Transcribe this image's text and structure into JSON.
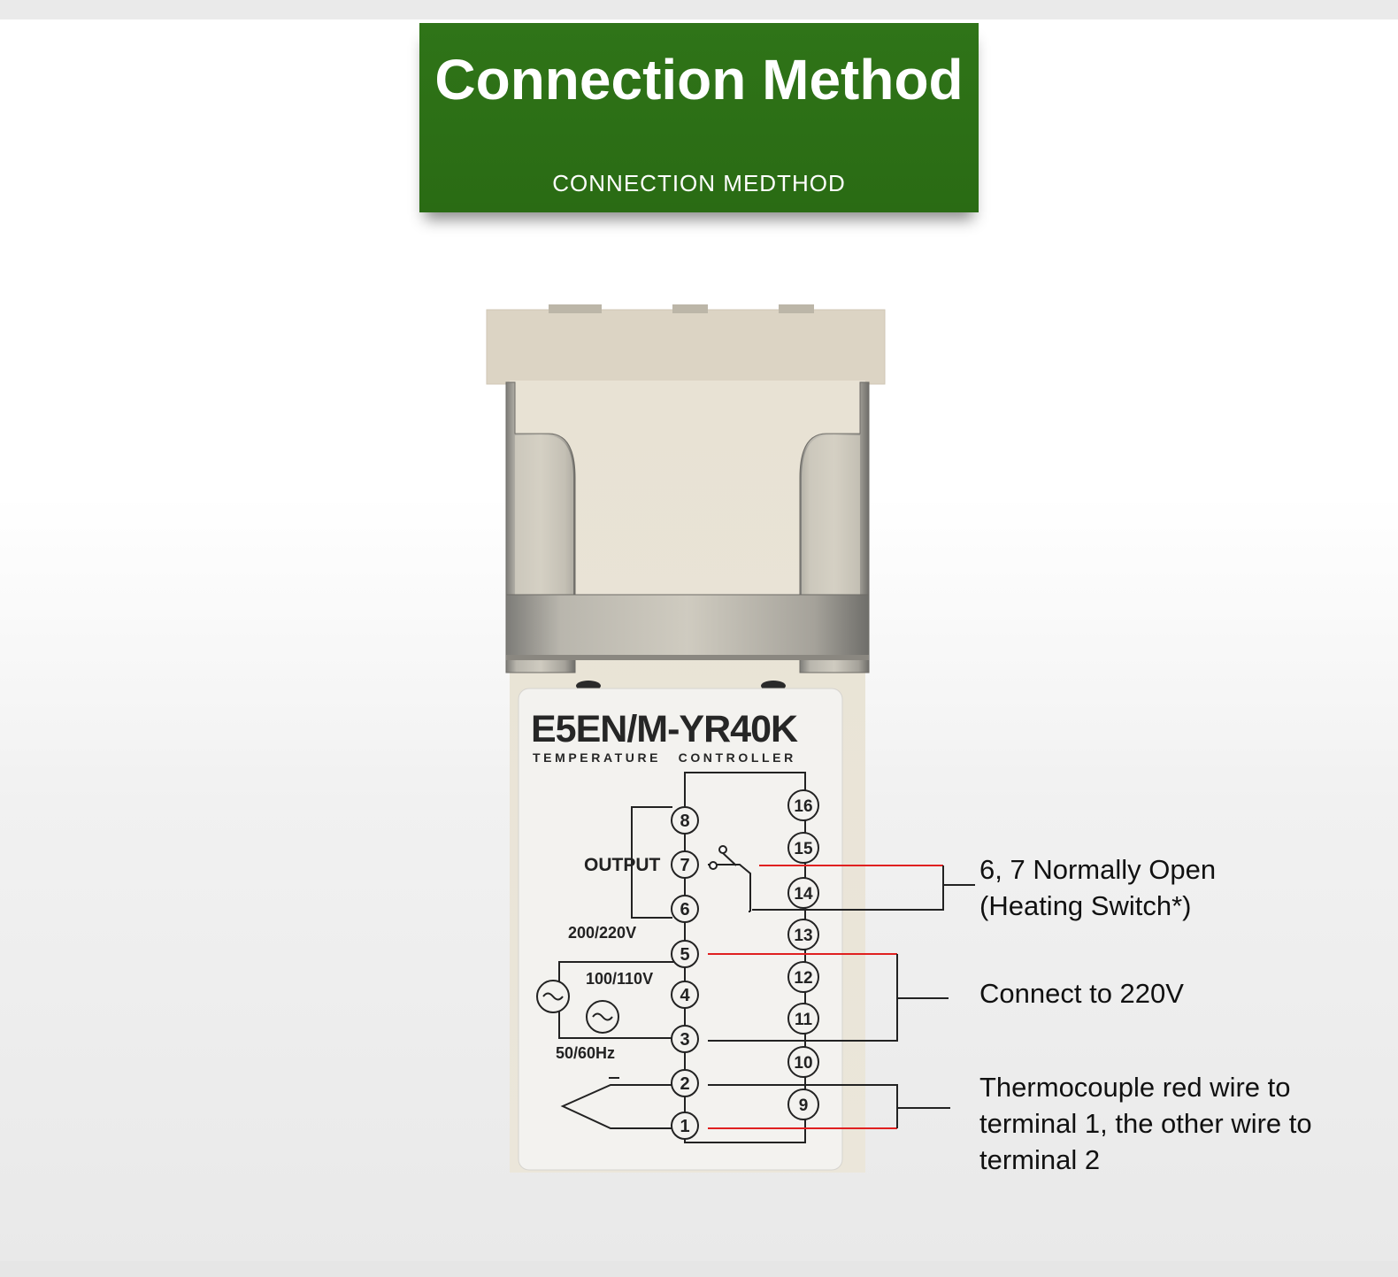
{
  "banner": {
    "title": "Connection Method",
    "subtitle": "CONNECTION MEDTHOD",
    "color": "#2c6e16"
  },
  "device_label": {
    "model": "E5EN/M-YR40K",
    "subtitle": "TEMPERATURE CONTROLLER",
    "output_label": "OUTPUT",
    "voltage_high": "200/220V",
    "voltage_low": "100/110V",
    "frequency": "50/60Hz",
    "left_terminals": [
      "8",
      "7",
      "6",
      "5",
      "4",
      "3",
      "2",
      "1"
    ],
    "right_terminals": [
      "16",
      "15",
      "14",
      "13",
      "12",
      "11",
      "10",
      "9"
    ]
  },
  "callouts": {
    "relay_line1": "6, 7 Normally Open",
    "relay_line2": "(Heating Switch*)",
    "power": "Connect to 220V",
    "thermo_line1": "Thermocouple red wire to",
    "thermo_line2": "terminal 1, the other wire to",
    "thermo_line3": "terminal 2"
  },
  "colors": {
    "wire_red": "#e02020",
    "device_body": "#e6e0d2"
  }
}
